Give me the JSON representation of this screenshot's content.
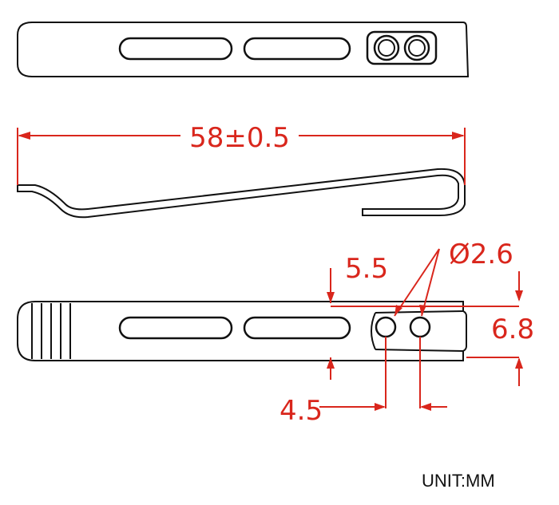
{
  "dimensions": {
    "length": "58±0.5",
    "hole_diameter": "Ø2.6",
    "hole_offset": "5.5",
    "width": "6.8",
    "hole_spacing": "4.5"
  },
  "unit_label": "UNIT:MM"
}
